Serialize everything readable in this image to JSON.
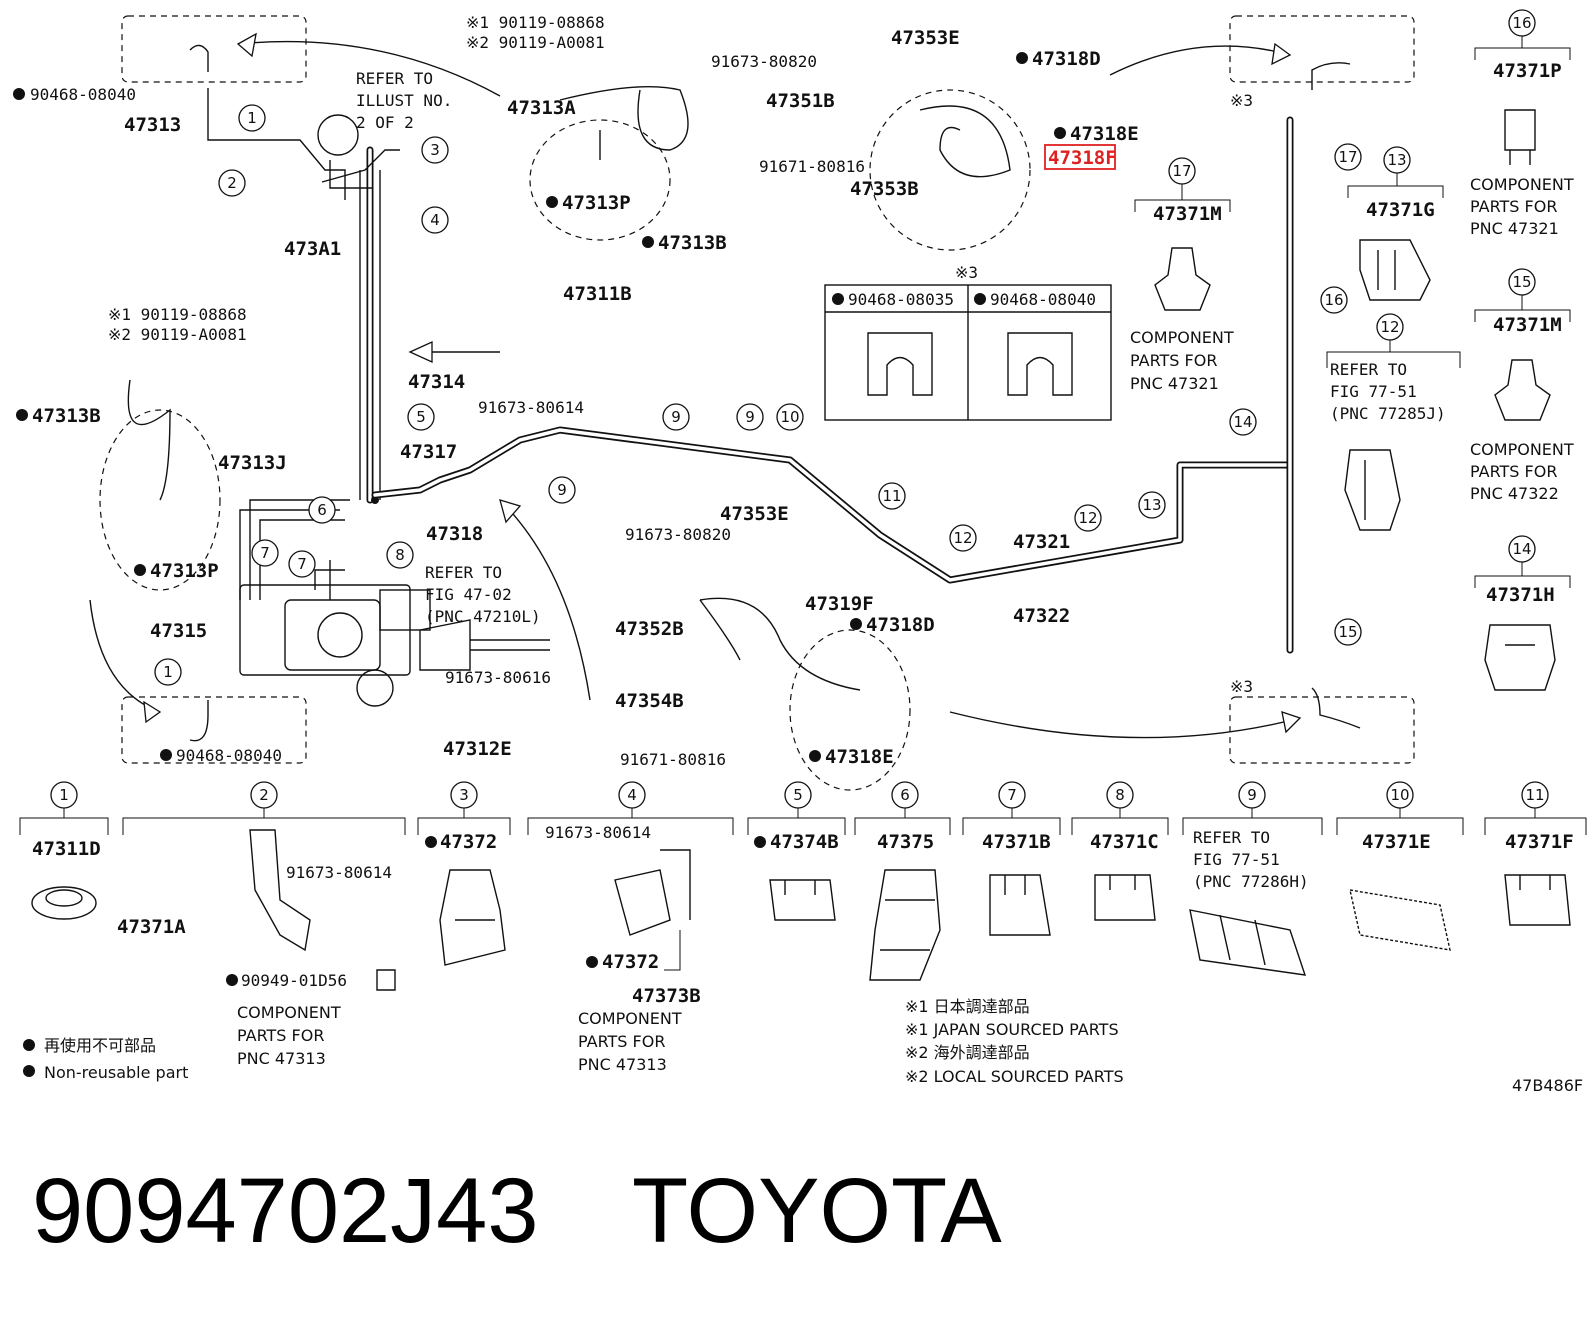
{
  "footer": {
    "part_number": "9094702J43",
    "brand": "TOYOTA"
  },
  "figure_code": "47B486F",
  "main_labels": {
    "l_47313": "47313",
    "l_47313A": "47313A",
    "l_473A1": "473A1",
    "l_47314": "47314",
    "l_47311B": "47311B",
    "l_47317": "47317",
    "l_47318": "47318",
    "l_47315": "47315",
    "l_47312E": "47312E",
    "l_47313B_top": "47313B",
    "l_47313P_top": "47313P",
    "l_47313B_left": "47313B",
    "l_47313J": "47313J",
    "l_47313P_left": "47313P",
    "l_47353E_top": "47353E",
    "l_47351B": "47351B",
    "l_47318D_top": "47318D",
    "l_47318E_top": "47318E",
    "l_47318F": "47318F",
    "l_47353B": "47353B",
    "l_47353E_mid": "47353E",
    "l_47352B": "47352B",
    "l_47319F": "47319F",
    "l_47318D_mid": "47318D",
    "l_47354B": "47354B",
    "l_47318E_mid": "47318E",
    "l_47321": "47321",
    "l_47322": "47322"
  },
  "small_labels": {
    "s_90468_08040_tl": "90468-08040",
    "s_90468_08040_bl": "90468-08040",
    "s_91673_80820_top": "91673-80820",
    "s_91671_80816_top": "91671-80816",
    "s_91673_80614_mid": "91673-80614",
    "s_91673_80616": "91673-80616",
    "s_91673_80820_mid": "91673-80820",
    "s_91671_80816_mid": "91671-80816",
    "s_j1_top": "※1 90119-08868",
    "s_j2_top": "※2 90119-A0081",
    "s_j1_left": "※1 90119-08868",
    "s_j2_left": "※2 90119-A0081",
    "s_x3_right_top": "※3",
    "s_x3_right_bot": "※3"
  },
  "refer_blocks": {
    "illust": [
      "REFER TO",
      "ILLUST NO.",
      "2 OF 2"
    ],
    "fig4702": [
      "REFER TO",
      "FIG 47-02",
      "(PNC 47210L)"
    ],
    "fig7751_a": [
      "REFER TO",
      "FIG 77-51",
      "(PNC 77285J)"
    ],
    "fig7751_b": [
      "REFER TO",
      "FIG 77-51",
      "(PNC 77286H)"
    ]
  },
  "clip_table": {
    "title": "※3",
    "left": "90468-08035",
    "right": "90468-08040"
  },
  "right_column": [
    {
      "num": "16",
      "part": "47371P",
      "note": [
        "COMPONENT",
        "PARTS FOR",
        "PNC 47321"
      ]
    },
    {
      "num": "15",
      "part": "47371M",
      "note": [
        "COMPONENT",
        "PARTS FOR",
        "PNC 47322"
      ]
    },
    {
      "num": "14",
      "part": "47371H"
    }
  ],
  "mid_column": [
    {
      "num": "17",
      "part": "47371M",
      "note": [
        "COMPONENT",
        "PARTS FOR",
        "PNC 47321"
      ]
    },
    {
      "num": "13",
      "part": "47371G"
    },
    {
      "num": "12"
    }
  ],
  "bottom_row": [
    {
      "num": "1",
      "part": "47311D"
    },
    {
      "num": "2",
      "part": "47371A",
      "sub1": "91673-80614",
      "sub2": "90949-01D56",
      "note": [
        "COMPONENT",
        "PARTS FOR",
        "PNC 47313"
      ]
    },
    {
      "num": "3",
      "part": "47372"
    },
    {
      "num": "4",
      "part": "47372",
      "sub1": "91673-80614",
      "sub2": "47373B",
      "note": [
        "COMPONENT",
        "PARTS FOR",
        "PNC 47313"
      ]
    },
    {
      "num": "5",
      "part": "47374B"
    },
    {
      "num": "6",
      "part": "47375"
    },
    {
      "num": "7",
      "part": "47371B"
    },
    {
      "num": "8",
      "part": "47371C"
    },
    {
      "num": "9"
    },
    {
      "num": "10",
      "part": "47371E"
    },
    {
      "num": "11",
      "part": "47371F"
    }
  ],
  "legend": {
    "jp": "再使用不可部品",
    "en": "Non-reusable part"
  },
  "notes": [
    "※1 日本調達部品",
    "※1 JAPAN SOURCED PARTS",
    "※2 海外調達部品",
    "※2 LOCAL SOURCED PARTS"
  ],
  "highlight_color": "#e02020"
}
